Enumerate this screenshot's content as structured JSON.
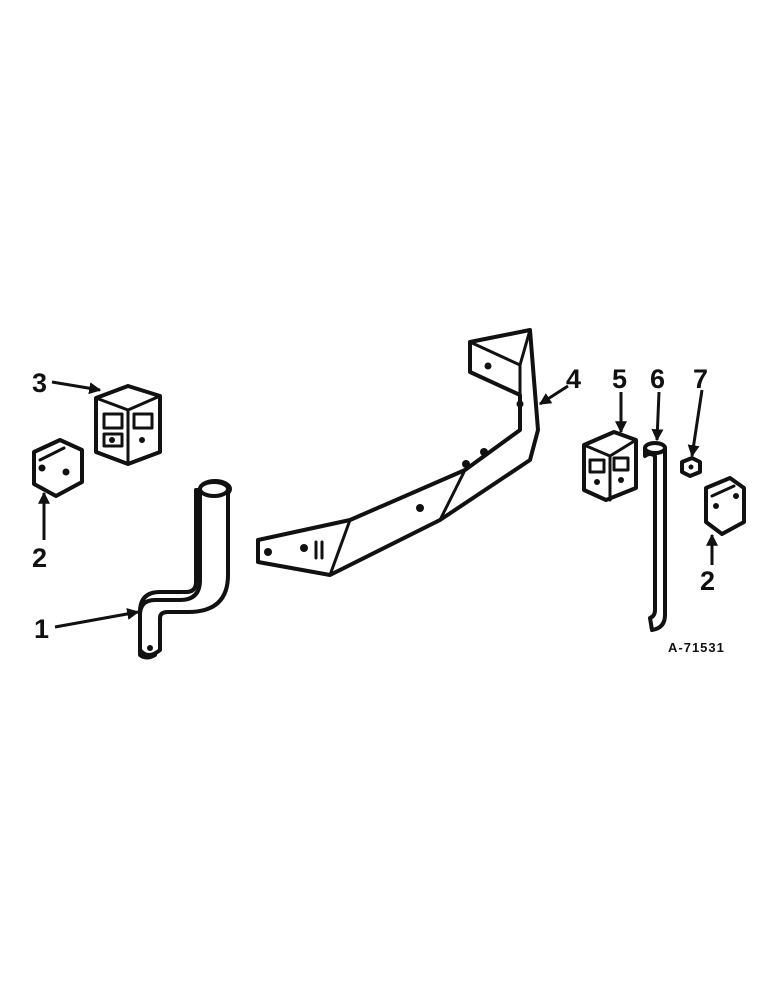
{
  "callouts": [
    {
      "id": "1",
      "label": "1"
    },
    {
      "id": "2a",
      "label": "2"
    },
    {
      "id": "2b",
      "label": "2"
    },
    {
      "id": "3",
      "label": "3"
    },
    {
      "id": "4",
      "label": "4"
    },
    {
      "id": "5",
      "label": "5"
    },
    {
      "id": "6",
      "label": "6"
    },
    {
      "id": "7",
      "label": "7"
    }
  ],
  "figure_reference": "A-71531",
  "colors": {
    "ink": "#111111",
    "paper": "#ffffff"
  }
}
